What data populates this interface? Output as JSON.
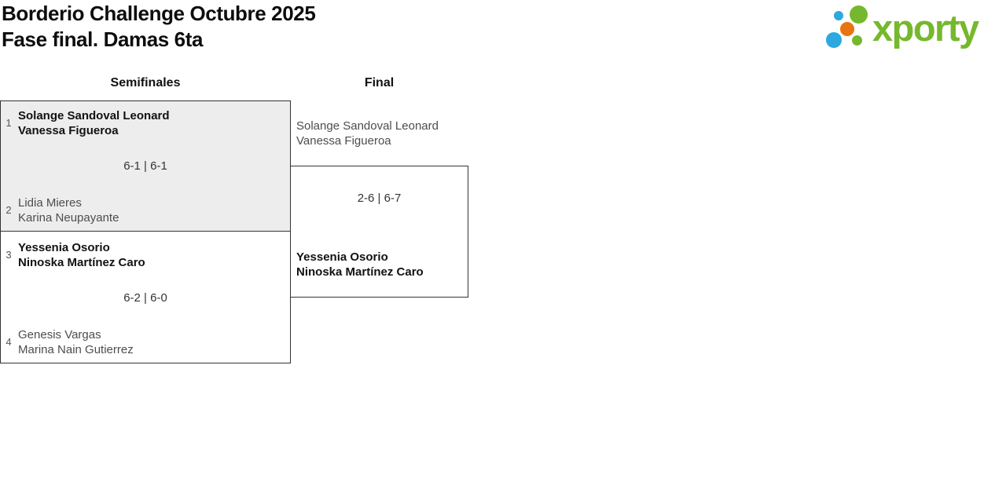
{
  "header": {
    "title_line1": "Borderio Challenge Octubre 2025",
    "title_line2": "Fase final. Damas 6ta"
  },
  "logo": {
    "text": "xporty",
    "brand_colors": {
      "green": "#76b82d",
      "blue": "#2ba9e0",
      "orange": "#e87511"
    }
  },
  "bracket": {
    "round_headers": [
      "Semifinales",
      "Final"
    ],
    "matches": {
      "semifinal_1": {
        "seed_top": "1",
        "team_top": [
          "Solange Sandoval Leonard",
          "Vanessa Figueroa"
        ],
        "score": "6-1 | 6-1",
        "seed_bottom": "2",
        "team_bottom": [
          "Lidia Mieres",
          "Karina Neupayante"
        ],
        "winner": "top"
      },
      "semifinal_2": {
        "seed_top": "3",
        "team_top": [
          "Yessenia Osorio",
          "Ninoska Martínez Caro"
        ],
        "score": "6-2 | 6-0",
        "seed_bottom": "4",
        "team_bottom": [
          "Genesis Vargas",
          "Marina Nain Gutierrez"
        ],
        "winner": "top"
      },
      "final": {
        "team_top": [
          "Solange Sandoval Leonard",
          "Vanessa Figueroa"
        ],
        "score": "2-6 | 6-7",
        "team_bottom": [
          "Yessenia Osorio",
          "Ninoska Martínez Caro"
        ],
        "winner": "bottom"
      }
    },
    "styles": {
      "highlighted_match_bg": "#ededed",
      "match_border_color": "#333333",
      "winner_text_color": "#121212",
      "loser_text_color": "#4d4d4d"
    }
  }
}
